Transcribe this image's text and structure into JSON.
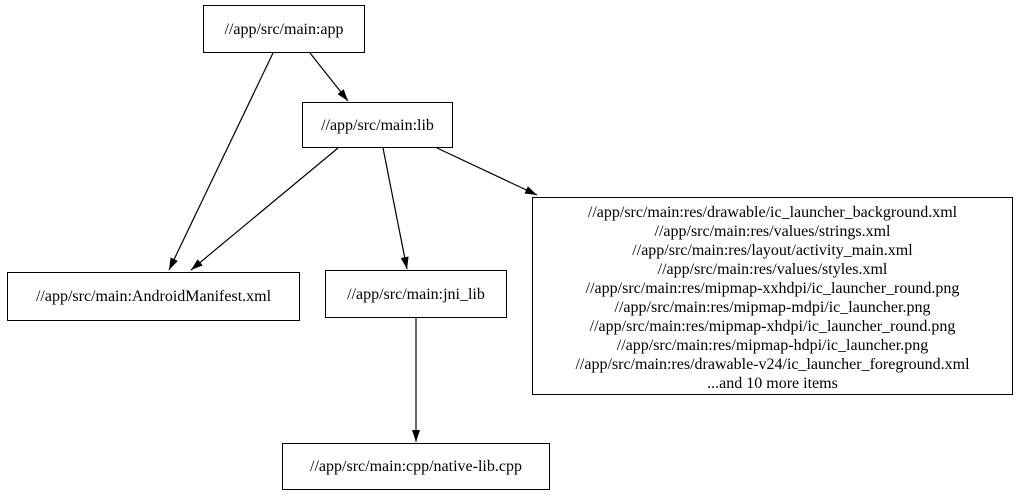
{
  "graph": {
    "kind": "build-dependency-graph",
    "colors": {
      "background": "#ffffff",
      "node_border": "#000000",
      "node_fill": "#ffffff",
      "text": "#000000",
      "edge": "#000000"
    },
    "nodes": {
      "app": {
        "label": "//app/src/main:app"
      },
      "lib": {
        "label": "//app/src/main:lib"
      },
      "android_manifest": {
        "label": "//app/src/main:AndroidManifest.xml"
      },
      "jni_lib": {
        "label": "//app/src/main:jni_lib"
      },
      "res_group": {
        "lines": [
          "//app/src/main:res/drawable/ic_launcher_background.xml",
          "//app/src/main:res/values/strings.xml",
          "//app/src/main:res/layout/activity_main.xml",
          "//app/src/main:res/values/styles.xml",
          "//app/src/main:res/mipmap-xxhdpi/ic_launcher_round.png",
          "//app/src/main:res/mipmap-mdpi/ic_launcher.png",
          "//app/src/main:res/mipmap-xhdpi/ic_launcher_round.png",
          "//app/src/main:res/mipmap-hdpi/ic_launcher.png",
          "//app/src/main:res/drawable-v24/ic_launcher_foreground.xml",
          "...and 10 more items"
        ]
      },
      "native_cpp": {
        "label": "//app/src/main:cpp/native-lib.cpp"
      }
    },
    "edges": [
      {
        "from": "app",
        "to": "lib"
      },
      {
        "from": "app",
        "to": "android_manifest"
      },
      {
        "from": "lib",
        "to": "android_manifest"
      },
      {
        "from": "lib",
        "to": "jni_lib"
      },
      {
        "from": "lib",
        "to": "res_group"
      },
      {
        "from": "jni_lib",
        "to": "native_cpp"
      }
    ]
  }
}
